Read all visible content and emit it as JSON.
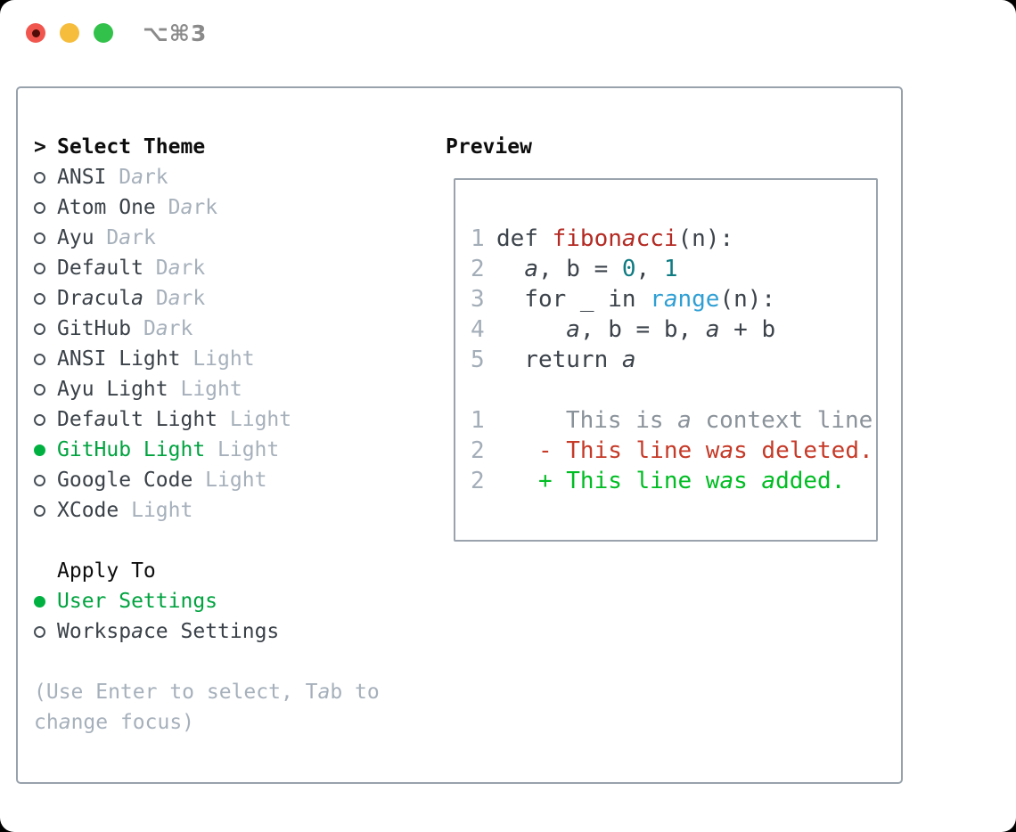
{
  "window": {
    "title": "⌥⌘3"
  },
  "colors": {
    "selection_green": "#00a33f",
    "radio_green": "#00b141",
    "added_green": "#00bd23",
    "deleted_red": "#c63a28",
    "function_red": "#b42a23",
    "number_teal": "#0f7b82",
    "builtin_blue": "#2f9fd4",
    "muted_gray": "#a6b0bb",
    "text_dark": "#3a4148",
    "panel_border": "#98a2ac",
    "traffic_red": "#f1564e",
    "traffic_yellow": "#f6bd3c",
    "traffic_green": "#32c24b"
  },
  "theme_picker": {
    "prompt": ">",
    "header": "Select Theme",
    "items": [
      {
        "name": "ANSI",
        "variant": "Dark",
        "selected": false
      },
      {
        "name": "Atom One",
        "variant": "Dark",
        "selected": false
      },
      {
        "name": "Ayu",
        "variant": "Dark",
        "selected": false
      },
      {
        "name": "Default",
        "variant": "Dark",
        "selected": false
      },
      {
        "name": "Dracula",
        "variant": "Dark",
        "selected": false
      },
      {
        "name": "GitHub",
        "variant": "Dark",
        "selected": false
      },
      {
        "name": "ANSI Light",
        "variant": "Light",
        "selected": false
      },
      {
        "name": "Ayu Light",
        "variant": "Light",
        "selected": false
      },
      {
        "name": "Default Light",
        "variant": "Light",
        "selected": false
      },
      {
        "name": "GitHub Light",
        "variant": "Light",
        "selected": true
      },
      {
        "name": "Google Code",
        "variant": "Light",
        "selected": false
      },
      {
        "name": "XCode",
        "variant": "Light",
        "selected": false
      }
    ]
  },
  "apply_to": {
    "header": "Apply To",
    "options": [
      {
        "label": "User Settings",
        "selected": true
      },
      {
        "label": "Workspace Settings",
        "selected": false
      }
    ]
  },
  "hint_lines": [
    "(Use Enter to select, Tab to",
    "change focus)"
  ],
  "preview": {
    "header": "Preview",
    "code_lines": [
      {
        "no": "1",
        "segs": [
          [
            "def ",
            "t"
          ],
          [
            "fibonacci",
            "f"
          ],
          [
            "(n):",
            "t"
          ]
        ]
      },
      {
        "no": "2",
        "segs": [
          [
            "  a, b = ",
            "t"
          ],
          [
            "0",
            "n"
          ],
          [
            ", ",
            "t"
          ],
          [
            "1",
            "n"
          ]
        ]
      },
      {
        "no": "3",
        "segs": [
          [
            "  for _ in ",
            "t"
          ],
          [
            "range",
            "b"
          ],
          [
            "(n):",
            "t"
          ]
        ]
      },
      {
        "no": "4",
        "segs": [
          [
            "     a, b = b, a + b",
            "t"
          ]
        ]
      },
      {
        "no": "5",
        "segs": [
          [
            "  return a",
            "t"
          ]
        ]
      }
    ],
    "diff_lines": [
      {
        "no": "1",
        "segs": [
          [
            "     This is a context line.",
            "x"
          ]
        ]
      },
      {
        "no": "2",
        "segs": [
          [
            "   - This line was deleted.",
            "d"
          ]
        ]
      },
      {
        "no": "2",
        "segs": [
          [
            "   + This line was added.",
            "a"
          ]
        ]
      }
    ]
  }
}
